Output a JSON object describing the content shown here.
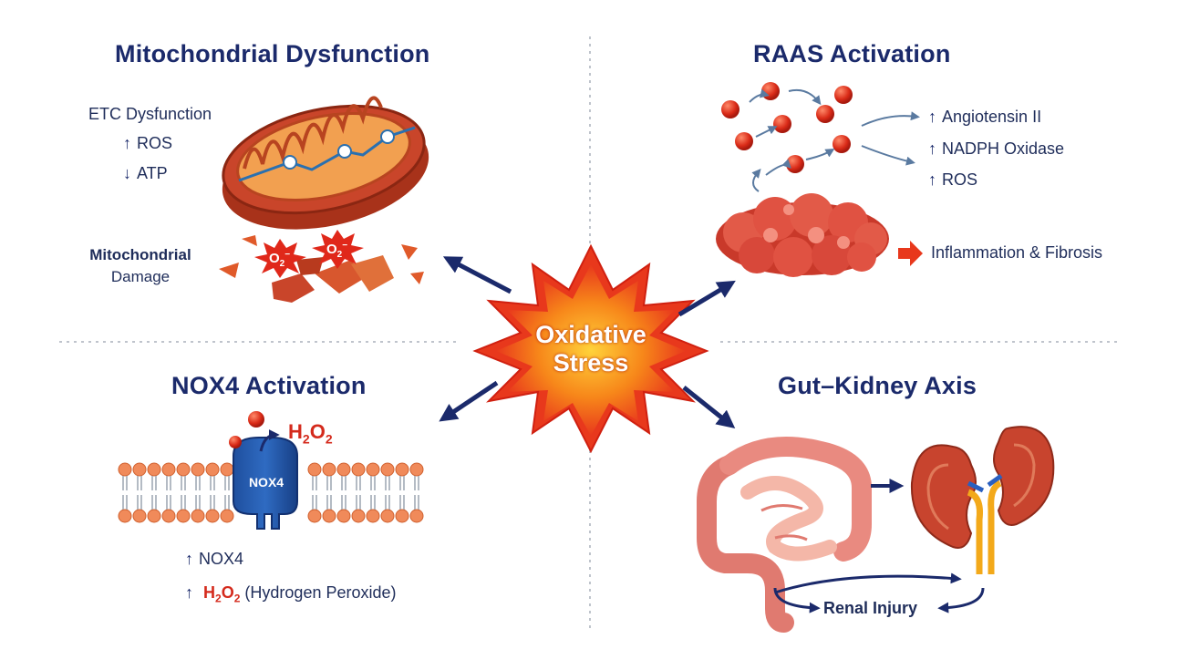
{
  "center": {
    "line1": "Oxidative",
    "line2": "Stress"
  },
  "mito": {
    "title": "Mitochondrial Dysfunction",
    "etc": "ETC Dysfunction",
    "ros": "ROS",
    "atp": "ATP",
    "damage_line1": "Mitochondrial",
    "damage_line2": "Damage",
    "radical": "O",
    "radical_sub": "2",
    "radical_sup": "−"
  },
  "raas": {
    "title": "RAAS Activation",
    "items": [
      "Angiotensin II",
      "NADPH Oxidase",
      "ROS"
    ],
    "outcome": "Inflammation & Fibrosis"
  },
  "nox": {
    "title": "NOX4 Activation",
    "enzyme": "NOX4",
    "h2o2": {
      "h": "H",
      "sub1": "2",
      "o": "O",
      "sub2": "2"
    },
    "item1": "NOX4",
    "item2_suffix": "(Hydrogen Peroxide)"
  },
  "gut": {
    "title": "Gut–Kidney Axis",
    "outcome": "Renal Injury"
  },
  "colors": {
    "navy": "#1b2a6b",
    "red": "#d42a1c",
    "burst_outer": "#e8381c",
    "burst_inner": "#f7a21a",
    "kidney": "#c8442e",
    "gut": "#e98a80"
  }
}
